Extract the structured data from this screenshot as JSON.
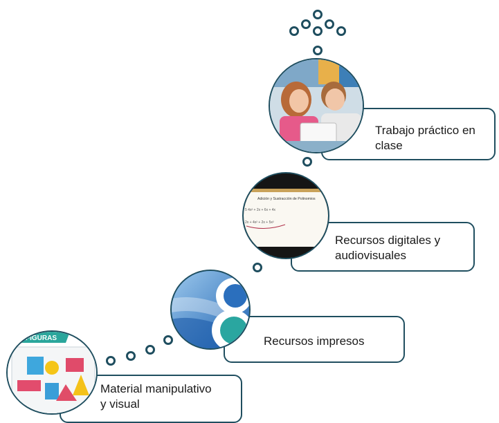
{
  "steps": [
    {
      "id": "manipulativo",
      "line1": "Material manipulativo",
      "line2": "y visual",
      "icon": "geometric-shapes-photo"
    },
    {
      "id": "impresos",
      "line1": "Recursos impresos",
      "line2": "",
      "icon": "book-cover-photo"
    },
    {
      "id": "digitales",
      "line1": "Recursos digitales y",
      "line2": "audiovisuales",
      "icon": "video-screen-photo"
    },
    {
      "id": "practico",
      "line1": "Trabajo práctico en",
      "line2": "clase",
      "icon": "children-tablet-photo"
    }
  ],
  "images": {
    "figuras_banner": "FIGURAS",
    "screen_title": "Adición y Sustracción de Polinomios"
  },
  "colors": {
    "outline": "#1f4e5f",
    "text": "#1a1a1a"
  }
}
